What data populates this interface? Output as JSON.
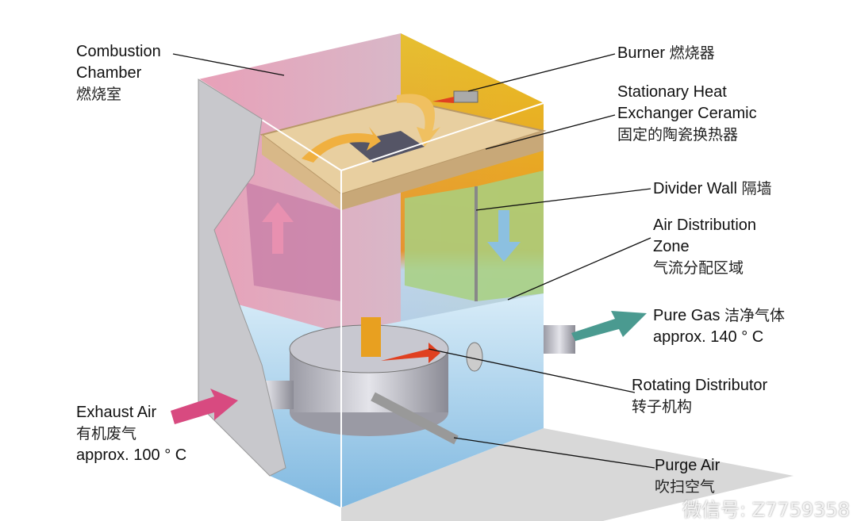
{
  "labels": {
    "combustion_chamber": {
      "en1": "Combustion",
      "en2": "Chamber",
      "zh": "燃烧室"
    },
    "burner": {
      "en": "Burner",
      "zh": "燃烧器"
    },
    "ceramic": {
      "en1": "Stationary Heat",
      "en2": "Exchanger Ceramic",
      "zh": "固定的陶瓷换热器"
    },
    "divider_wall": {
      "en": "Divider Wall",
      "zh": "隔墙"
    },
    "air_distribution": {
      "en1": "Air Distribution",
      "en2": "Zone",
      "zh": "气流分配区域"
    },
    "pure_gas": {
      "en": "Pure Gas",
      "zh": "洁净气体",
      "temp": "approx. 140 ° C"
    },
    "rotating_distributor": {
      "en": "Rotating Distributor",
      "zh": "转子机构"
    },
    "exhaust_air": {
      "en": "Exhaust Air",
      "zh": "有机废气",
      "temp": "approx. 100 ° C"
    },
    "purge_air": {
      "en": "Purge Air",
      "zh": "吹扫空气"
    }
  },
  "watermark": "微信号: Z7759358",
  "colors": {
    "hot": "#e8a020",
    "cold": "#7fb8e0",
    "ceramic": "#e8cfa0",
    "inlet_arrow": "#d84a80",
    "outlet_arrow": "#4a9a90"
  }
}
